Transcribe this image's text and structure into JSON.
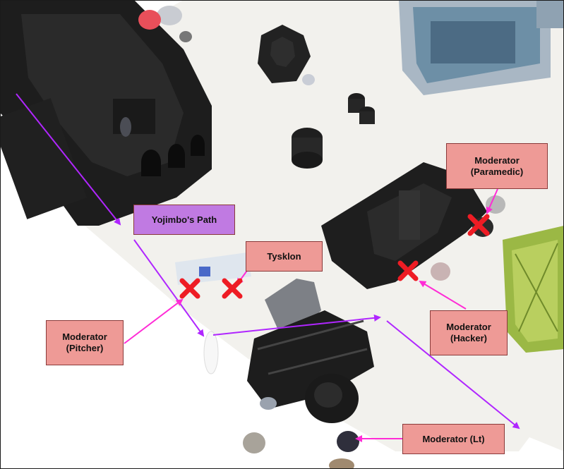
{
  "labels": {
    "path": "Yojimbo's Path",
    "tysklon": "Tysklon",
    "paramedic": "Moderator\n(Paramedic)",
    "hacker": "Moderator\n(Hacker)",
    "pitcher": "Moderator\n(Pitcher)",
    "lt": "Moderator (Lt)"
  },
  "colors": {
    "moderator_box": "#ee9a96",
    "path_box": "#c07ae2",
    "arrow": "#b026ff",
    "marker": "#ee1c24"
  }
}
